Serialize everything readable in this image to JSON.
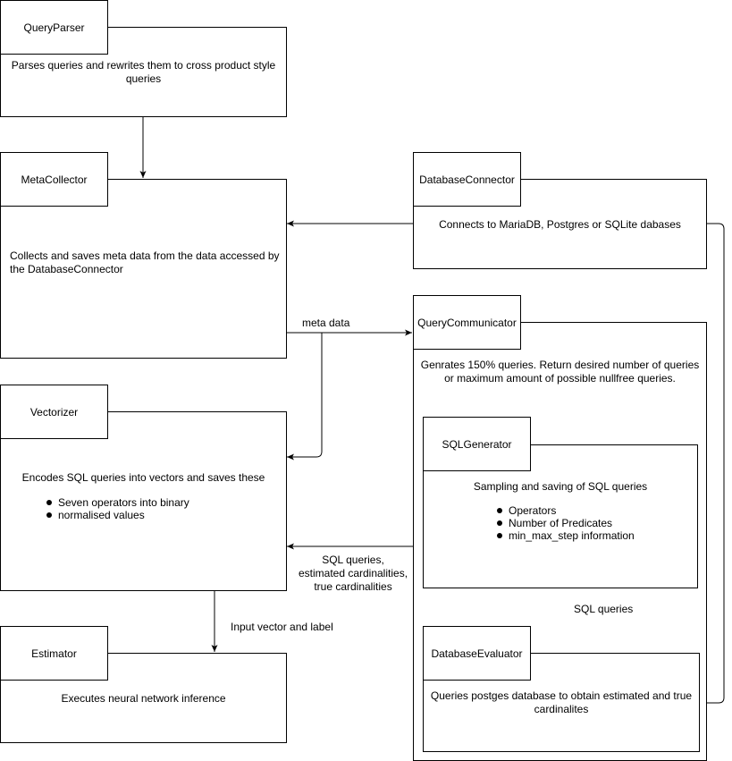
{
  "nodes": {
    "query_parser": {
      "name": "QueryParser",
      "desc": "Parses queries and rewrites them to cross product style queries"
    },
    "meta_collector": {
      "name": "MetaCollector",
      "desc": "Collects and saves meta data from the data accessed by the DatabaseConnector"
    },
    "database_connector": {
      "name": "DatabaseConnector",
      "desc": "Connects to MariaDB, Postgres or SQLite dabases"
    },
    "vectorizer": {
      "name": "Vectorizer",
      "desc": "Encodes SQL queries into vectors and saves these",
      "items": [
        "Seven operators into binary",
        "normalised values"
      ]
    },
    "query_communicator": {
      "name": "QueryCommunicator",
      "desc": "Genrates 150% queries. Return desired number of queries or maximum amount of possible nullfree queries."
    },
    "sql_generator": {
      "name": "SQLGenerator",
      "desc": "Sampling and saving of SQL queries",
      "items": [
        "Operators",
        "Number of Predicates",
        "min_max_step information"
      ]
    },
    "database_evaluator": {
      "name": "DatabaseEvaluator",
      "desc": "Queries postges database to obtain estimated and true cardinalites"
    },
    "estimator": {
      "name": "Estimator",
      "desc": "Executes neural network inference"
    }
  },
  "edge_labels": {
    "meta_data": "meta data",
    "sql_feedback": [
      "SQL queries,",
      "estimated cardinalities,",
      "true cardinalities"
    ],
    "sql_queries": "SQL queries",
    "input_vector": "Input vector and label"
  }
}
